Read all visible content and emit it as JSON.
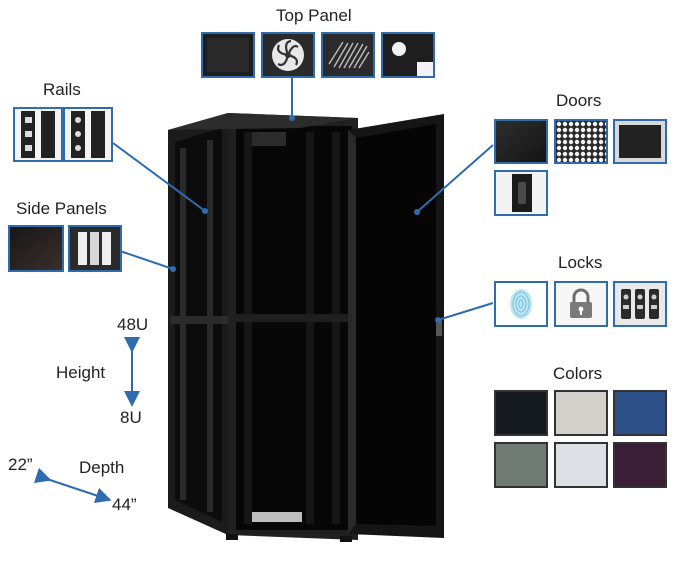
{
  "labels": {
    "top_panel": "Top Panel",
    "rails": "Rails",
    "doors": "Doors",
    "side_panels": "Side Panels",
    "locks": "Locks",
    "colors": "Colors",
    "height": "Height",
    "height_max": "48U",
    "height_min": "8U",
    "depth": "Depth",
    "depth_min": "22”",
    "depth_max": "44”"
  },
  "options": {
    "top_panel": [
      "solid-panel-icon",
      "fan-panel-icon",
      "vented-panel-icon",
      "cable-cutout-panel-icon"
    ],
    "rails": [
      "rail-square-hole-icon",
      "rail-round-hole-icon"
    ],
    "doors": [
      "solid-door-icon",
      "perforated-door-icon",
      "glass-door-icon",
      "door-handle-icon"
    ],
    "side_panels": [
      "solid-side-panel-icon",
      "vented-side-panel-icon"
    ],
    "locks": [
      "fingerprint-lock-icon",
      "key-lock-icon",
      "combination-lock-icon"
    ]
  },
  "colors": {
    "accent": "#2e6cae",
    "swatches": [
      "#141a1f",
      "#d3d1cc",
      "#2b4f86",
      "#6f7a73",
      "#dde1e6",
      "#3a1e35"
    ]
  }
}
